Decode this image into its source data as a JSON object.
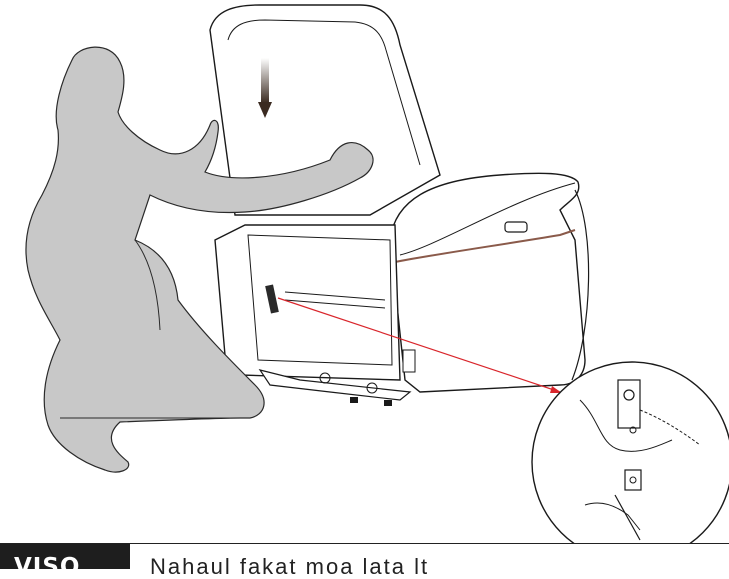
{
  "footer": {
    "tag_label": "VISO",
    "caption_text": "Nahaul fakat moa lata lt"
  },
  "illustration": {
    "arrow_icon": "arrow-down-icon",
    "detail_callout": "magnified-hinge-detail"
  },
  "colors": {
    "figure_fill": "#c8c8c8",
    "line": "#1a1a1a",
    "pointer_line": "#d9262c",
    "accent": "#8a5a4a"
  }
}
